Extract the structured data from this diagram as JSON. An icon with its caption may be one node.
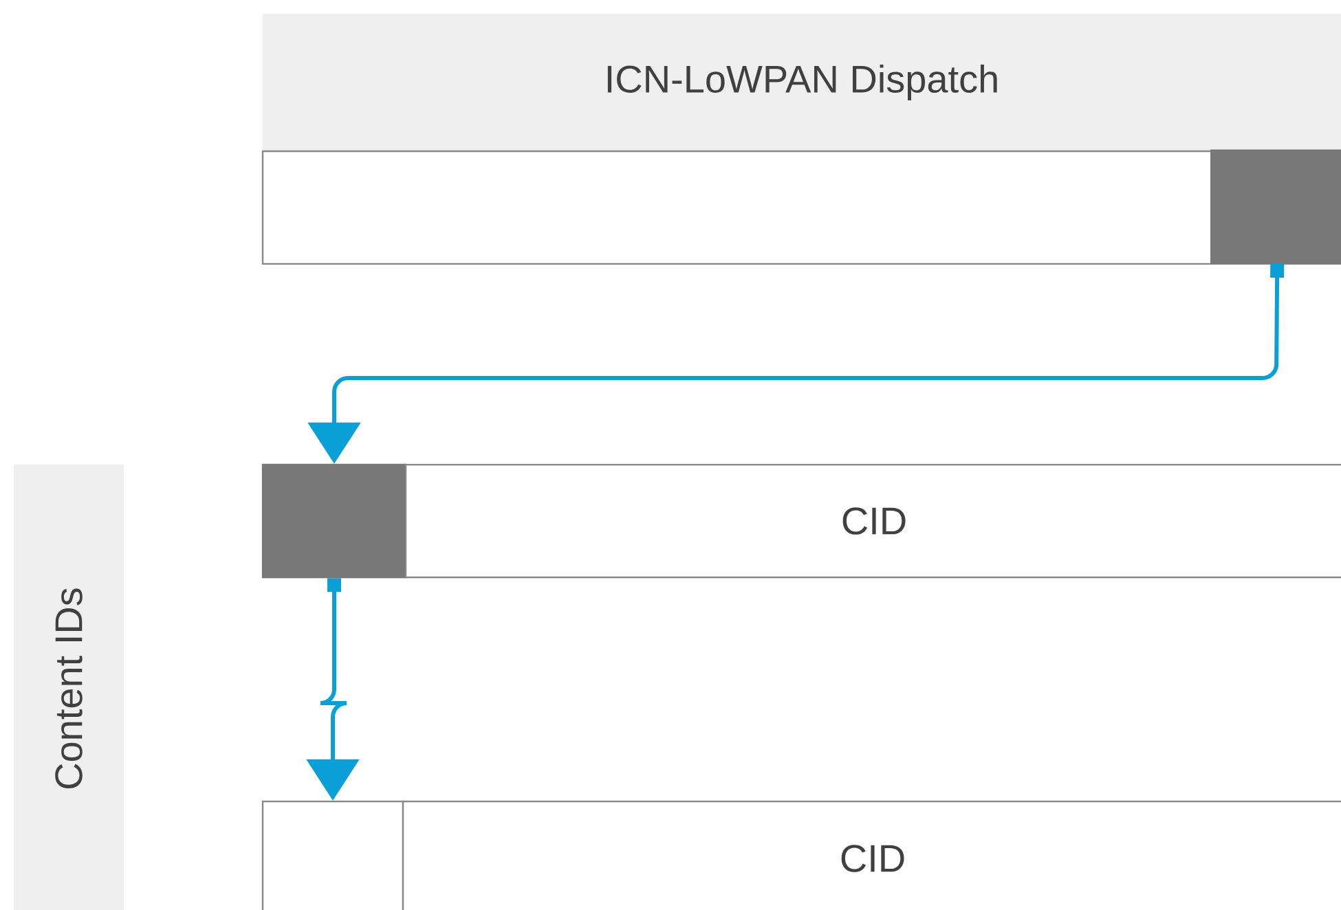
{
  "diagram": {
    "nodes": [
      {
        "text": [
          "ICN-LoWPAN Dispatch"
        ]
      },
      {
        "text": [],
        "shape": "box"
      },
      {
        "text": [],
        "shape": "box",
        "in": 1
      },
      {
        "text": [
          "Content IDs"
        ]
      },
      {
        "text": [],
        "shape": "box"
      },
      {
        "text": [
          "CID"
        ]
      },
      {
        "text": [],
        "shape": "box"
      },
      {
        "text": [
          "CID"
        ]
      }
    ],
    "edges": [
      {
        "from": 2,
        "to": 4,
        "arrow": "to",
        "color": "#0a9fd6"
      },
      {
        "from": 4,
        "to": 6,
        "arrow": "to",
        "color": "#0a9fd6"
      }
    ]
  }
}
